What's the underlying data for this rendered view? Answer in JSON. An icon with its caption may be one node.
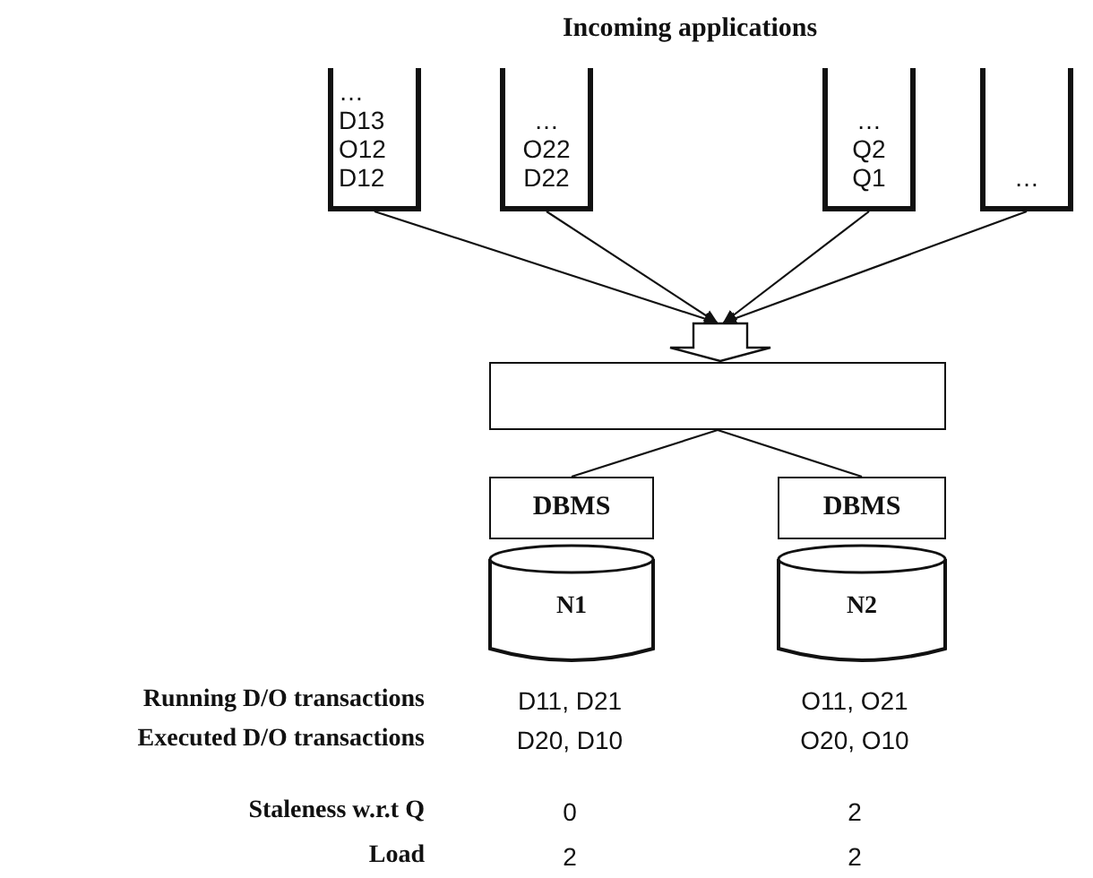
{
  "diagram": {
    "title": "Incoming applications",
    "nodes": [
      {
        "text": [
          "…",
          "D13",
          "O12",
          "D12"
        ]
      },
      {
        "text": [
          "…",
          "O22",
          "D22"
        ]
      },
      {
        "text": [
          "…",
          "Q2",
          "Q1"
        ]
      },
      {
        "text": [
          "…"
        ]
      },
      {
        "text": [],
        "shape": "arrow"
      },
      {
        "text": [],
        "shape": "box"
      },
      {
        "text": [
          "DBMS"
        ]
      },
      {
        "text": [
          "N1"
        ]
      },
      {
        "text": [
          "DBMS"
        ]
      },
      {
        "text": [
          "N2"
        ]
      }
    ],
    "edges": [
      {
        "from": 0,
        "to": 4,
        "arrow": "to"
      },
      {
        "from": 1,
        "to": 4,
        "arrow": "to"
      },
      {
        "from": 2,
        "to": 4,
        "arrow": "to"
      },
      {
        "from": 3,
        "to": 4,
        "arrow": "to"
      },
      {
        "from": 5,
        "to": 6,
        "arrow": "none"
      },
      {
        "from": 5,
        "to": 8,
        "arrow": "none"
      }
    ],
    "labels": [
      "Running D/O transactions",
      "D11, D21",
      "O11, O21",
      "Executed D/O transactions",
      "D20, D10",
      "O20, O10",
      "Staleness w.r.t Q",
      "0",
      "2",
      "Load",
      "2",
      "2"
    ]
  }
}
